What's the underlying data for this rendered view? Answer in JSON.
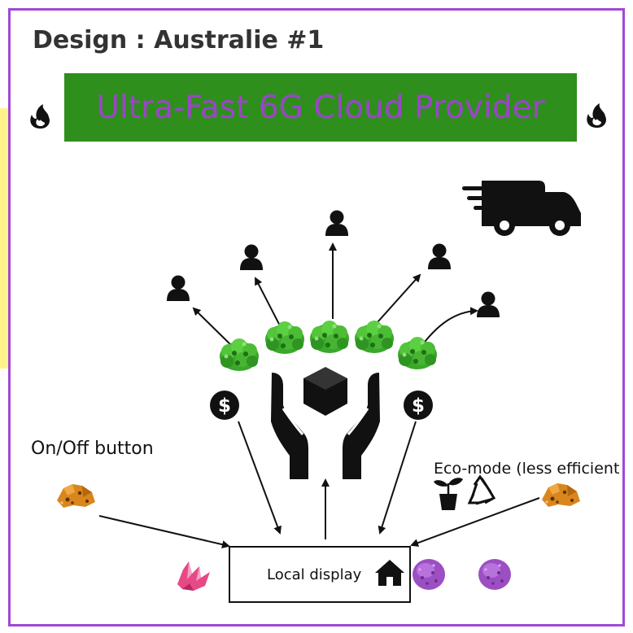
{
  "title": "Design : Australie #1",
  "banner": "Ultra-Fast 6G Cloud Provider",
  "onoff_label": "On/Off button",
  "eco_label": "Eco-mode (less efficient",
  "local_display_label": "Local display",
  "colors": {
    "frame": "#a247d6",
    "banner_bg": "#2f8f1d",
    "banner_text": "#9b45c9",
    "side_bar": "#fff489"
  },
  "icons": [
    "fire-icon",
    "truck-icon",
    "user-icon",
    "bush-icon",
    "hands-box-icon",
    "dollar-coin-icon",
    "plant-icon",
    "recycle-icon",
    "rock-icon",
    "crystal-icon",
    "purple-rock-icon",
    "home-icon"
  ]
}
